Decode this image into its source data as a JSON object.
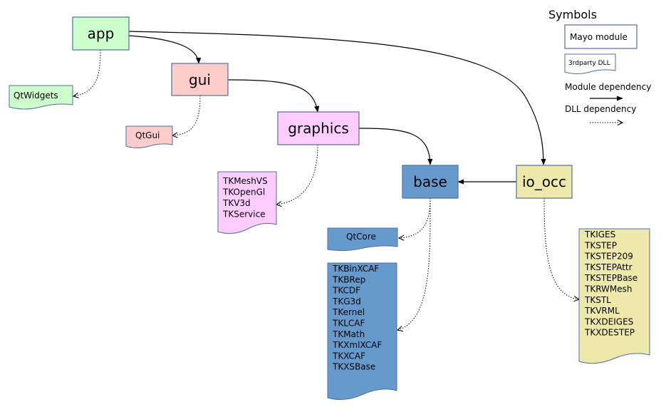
{
  "symbols": {
    "title": "Symbols",
    "module_label": "Mayo module",
    "dll_label": "3rdparty DLL",
    "module_dep_label": "Module dependency",
    "dll_dep_label": "DLL dependency"
  },
  "modules": {
    "app": "app",
    "gui": "gui",
    "graphics": "graphics",
    "base": "base",
    "io_occ": "io_occ"
  },
  "dlls": {
    "qtwidgets": [
      "QtWidgets"
    ],
    "qtgui": [
      "QtGui"
    ],
    "graphics_tk": [
      "TKMeshVS",
      "TKOpenGl",
      "TKV3d",
      "TKService"
    ],
    "qtcore": [
      "QtCore"
    ],
    "base_tk": [
      "TKBinXCAF",
      "TKBRep",
      "TKCDF",
      "TKG3d",
      "TKernel",
      "TKLCAF",
      "TKMath",
      "TKXmlXCAF",
      "TKXCAF",
      "TKXSBase"
    ],
    "io_tk": [
      "TKIGES",
      "TKSTEP",
      "TKSTEP209",
      "TKSTEPAttr",
      "TKSTEPBase",
      "TKRWMesh",
      "TKSTL",
      "TKVRML",
      "TKXDEIGES",
      "TKXDESTEP"
    ]
  },
  "colors": {
    "app": "#ccffcc",
    "gui": "#ffcccc",
    "graphics": "#ffccff",
    "base": "#6699cc",
    "io_occ": "#eee8aa",
    "border": "#4f6f9f"
  }
}
